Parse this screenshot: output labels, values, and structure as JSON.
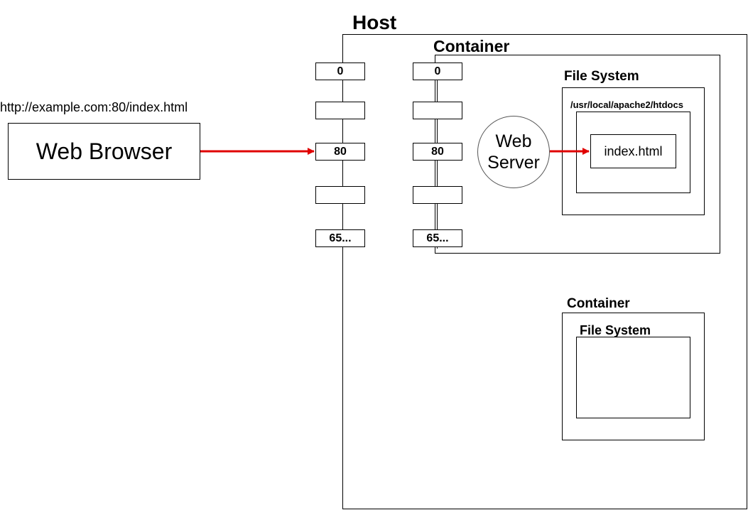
{
  "host": {
    "title": "Host"
  },
  "container_main": {
    "title": "Container",
    "filesystem": {
      "title": "File System",
      "path": "/usr/local/apache2/htdocs",
      "file": "index.html"
    },
    "web_server": {
      "line1": "Web",
      "line2": "Server"
    }
  },
  "container_second": {
    "title": "Container",
    "filesystem": {
      "title": "File System"
    }
  },
  "browser": {
    "label": "Web Browser",
    "url": "http://example.com:80/index.html"
  },
  "host_ports": [
    "0",
    "",
    "80",
    "",
    "65..."
  ],
  "container_ports": [
    "0",
    "",
    "80",
    "",
    "65..."
  ],
  "colors": {
    "arrow": "#e00000",
    "line": "#000000"
  }
}
